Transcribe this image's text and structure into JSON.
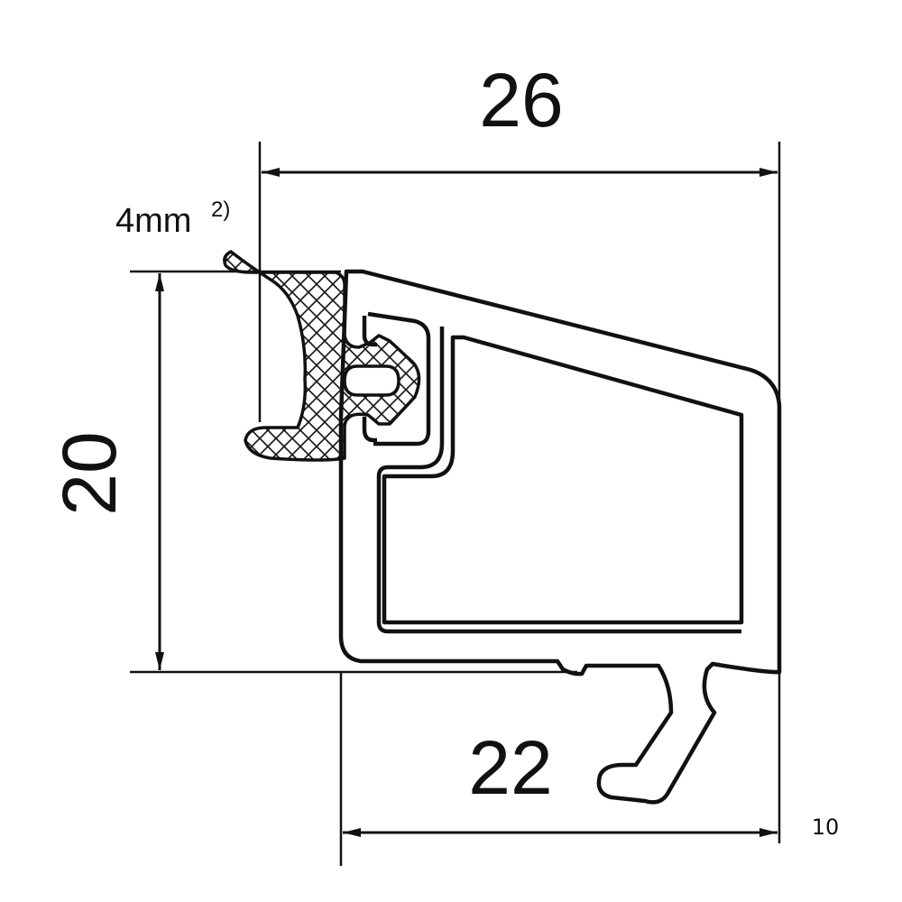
{
  "drawing": {
    "width_label": "26",
    "height_label": "20",
    "base_label": "22",
    "gasket_label": "4mm",
    "gasket_footnote": "2)",
    "page_number": "10"
  },
  "colors": {
    "ink": "#111111",
    "background": "#ffffff"
  }
}
